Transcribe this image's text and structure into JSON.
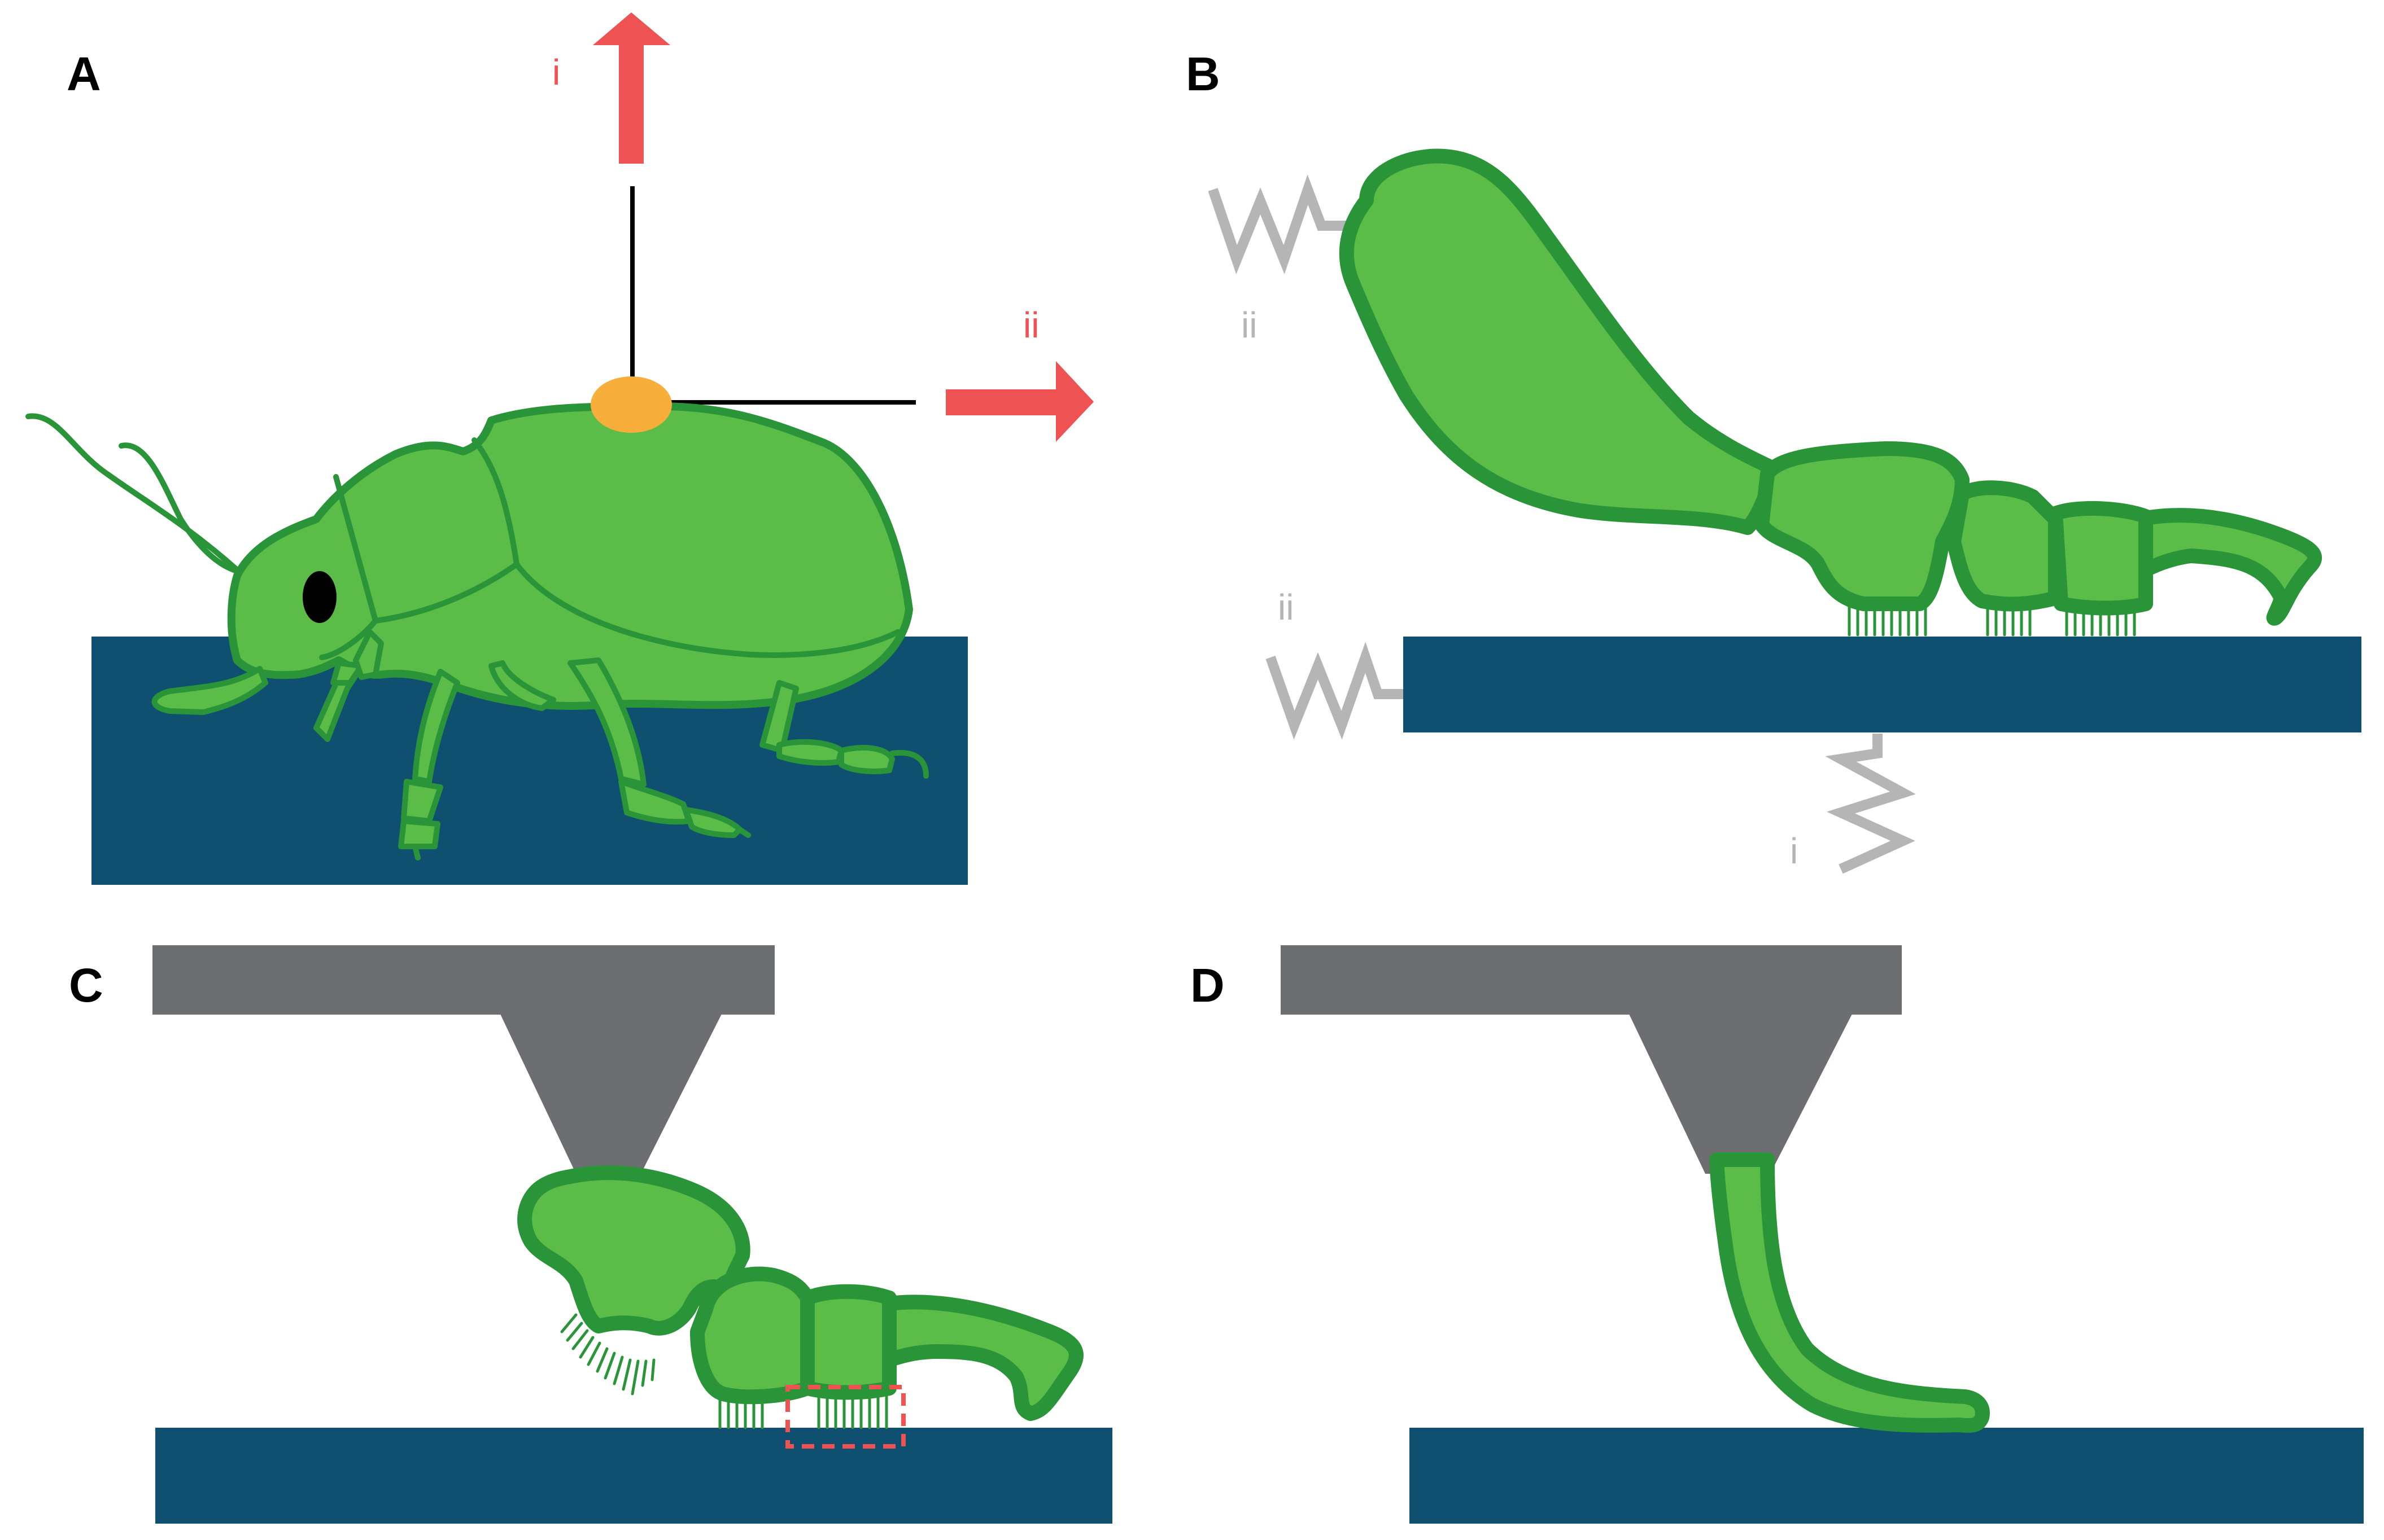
{
  "panels": {
    "a": {
      "letter": "A",
      "force_labels": {
        "vertical": "i",
        "horizontal": "ii"
      }
    },
    "b": {
      "letter": "B",
      "spring_labels": {
        "top": "ii",
        "middle": "ii",
        "bottom": "i"
      }
    },
    "c": {
      "letter": "C"
    },
    "d": {
      "letter": "D"
    }
  },
  "colors": {
    "insect_fill": "#5bbd48",
    "insect_outline": "#2a9438",
    "substrate": "#0f4f6f",
    "probe": "#6d6e71",
    "force_arrow": "#ee5253",
    "attachment_point": "#f7ae3b",
    "spring": "#b5b5b5",
    "highlight_box": "#ee5253"
  }
}
